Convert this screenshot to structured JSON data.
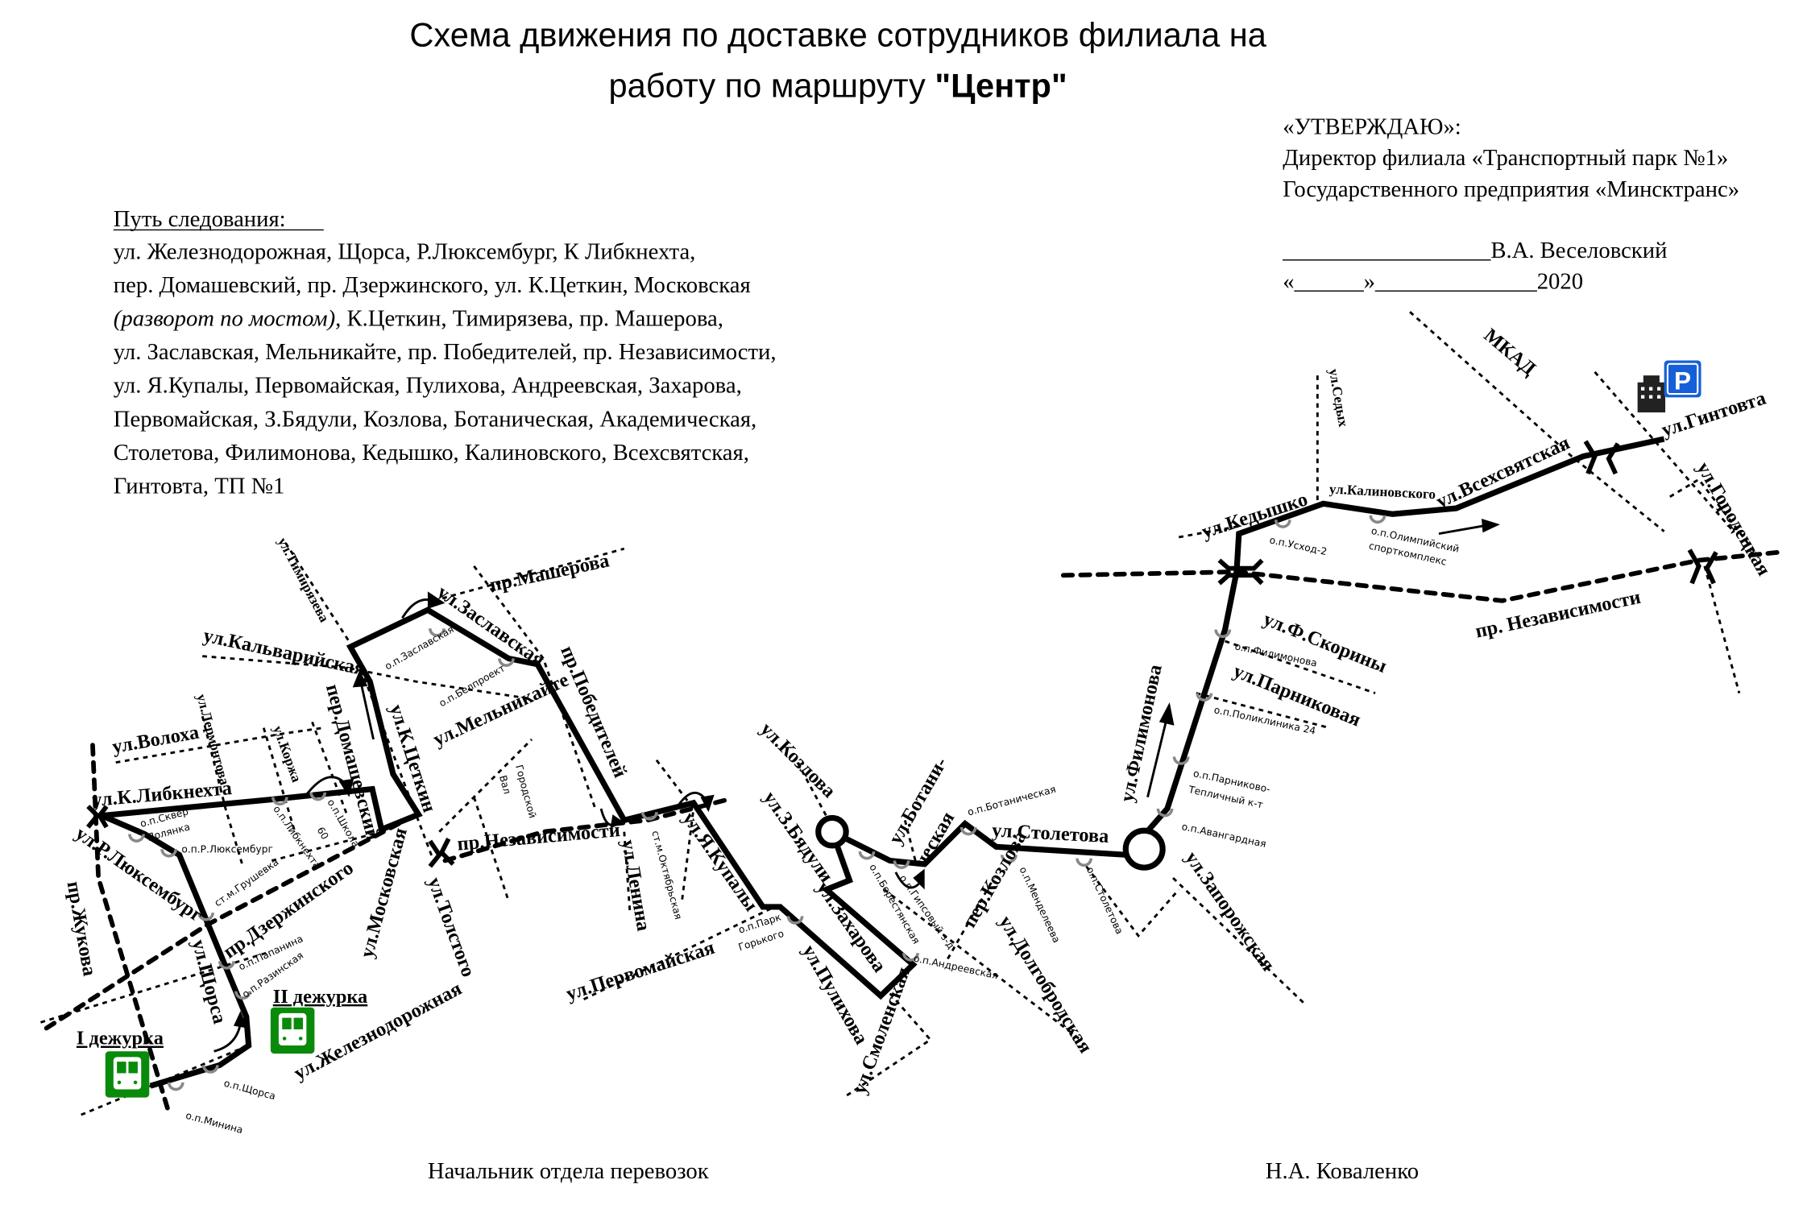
{
  "header": {
    "line1": "Схема движения по доставке сотрудников  филиала на",
    "line2": "работу по маршруту ",
    "route_name": "\"Центр\""
  },
  "approval": {
    "line1": "«УТВЕРЖДАЮ»:",
    "line2": "Директор филиала «Транспортный парк №1»",
    "line3": "Государственного предприятия «Минсктранс»",
    "line4": "__________________В.А. Веселовский",
    "line5": "«______»______________2020"
  },
  "route": {
    "title": "Путь следования:",
    "lines": [
      "ул. Железнодорожная, Щорса, Р.Люксембург, К Либкнехта,",
      "пер. Домашевский, пр. Дзержинского, ул. К.Цеткин, Московская",
      "ул. Заславская, Мельникайте, пр. Победителей, пр. Независимости,",
      "ул. Я.Купалы, Первомайская, Пулихова, Андреевская, Захарова,",
      "Первомайская, З.Бядули, Козлова, Ботаническая, Академическая,",
      "Столетова, Филимонова, Кедышко, Калиновского, Всехсвятская,",
      "Гинтовта, ТП №1"
    ],
    "italic_part": "(разворот по мостом)",
    "after_italic": ", К.Цеткин, Тимирязева, пр. Машерова,"
  },
  "streets": [
    "ул.Тимирязева",
    "пр.Машерова",
    "ул.Заславская",
    "ул.Кальварийская",
    "пер.Домашевский",
    "ул.К.Цеткин",
    "ул.Мельникайте",
    "пр.Победителей",
    "ул.Волоха",
    "ул.Лермонтова",
    "ул.Коржа",
    "ул.К.Либкнехта",
    "ул.Р.Люксембург",
    "пр.Жукова",
    "пр.Дзержинского",
    "ул.Московская",
    "пр.Независимости",
    "ул.Толстого",
    "ул.Ленина",
    "ул.Щорса",
    "ул.Железнодорожная",
    "ул.Козлова",
    "ул.З.Бядули",
    "ул.Я.Купалы",
    "ул.Первомайская",
    "ул.Захарова",
    "ул.Пулихова",
    "ул.Смоленская",
    "ул.Ботани-",
    "ческая",
    "пер.Козлова",
    "ул.Долгобродская",
    "ул.Столетова",
    "ул.Запорожская",
    "ул.Филимонова",
    "ул.Парниковая",
    "ул.Ф.Скорины",
    "ул.Кедышко",
    "ул.Седых",
    "ул.Калиновского",
    "ул.Всехсвятская",
    "МКАД",
    "ул.Гинтовта",
    "ул.Городецкая",
    "пр. Независимости",
    "Городской",
    "Вал"
  ],
  "stops": [
    "о.п.Сквер",
    "Полянка",
    "о.п.Р.Люксембург",
    "о.п.Либкнехта",
    "о.п.Школа",
    "60",
    "ст.м.Грушевка",
    "о.п.Папанина",
    "о.п.Разинская",
    "о.п.Щорса",
    "о.п.Минина",
    "о.п.Заславская",
    "о.п.Белпроект",
    "ст.м.Октябрьская",
    "о.п.Парк",
    "Горького",
    "о.п.Берестянская",
    "о.п.Гипсовый з-д",
    "о.п.Андреевская",
    "о.п.Ботаническая",
    "о.п.Менделеева",
    "о.п.Столетова",
    "о.п.Авангардная",
    "о.п.Парниково-",
    "Тепличный к-т",
    "о.п.Поликлиника 24",
    "о.п.Филимонова",
    "о.п.Усход-2",
    "о.п.Олимпийский",
    "спорткомплекс"
  ],
  "depots": {
    "first": "I дежурка",
    "second": "II дежурка",
    "parking": "P"
  },
  "footer": {
    "position": "Начальник отдела перевозок",
    "name": "Н.А. Коваленко"
  },
  "colors": {
    "depot_green": "#0a8a0a",
    "parking_blue": "#1560d8",
    "stop_gray": "#888888"
  }
}
